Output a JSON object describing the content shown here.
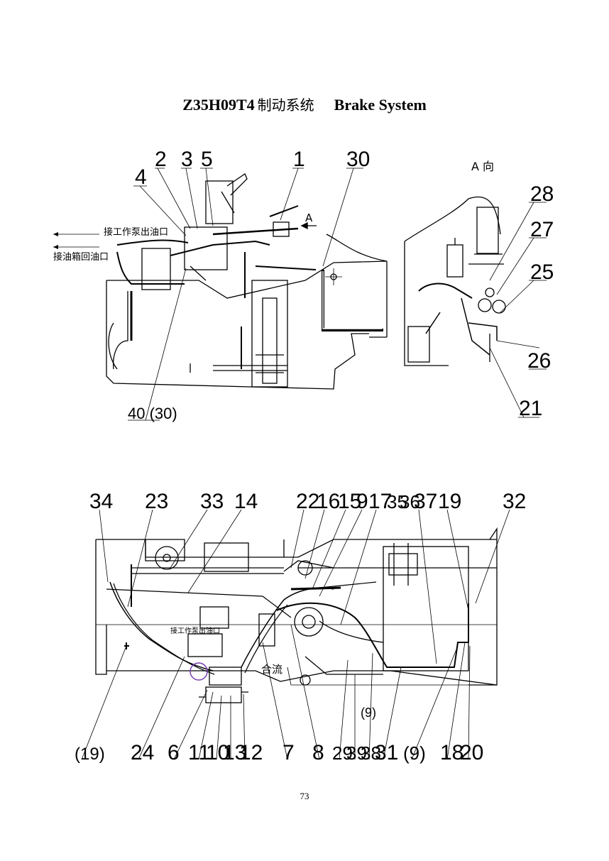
{
  "header": {
    "model": "Z35H09T4",
    "title_cn": "制动系统",
    "title_en": "Brake System"
  },
  "top_view": {
    "view_label": "A 向",
    "arrow_label": "A",
    "notes": [
      "接工作泵出油口",
      "接油箱回油口"
    ],
    "callouts": [
      "2",
      "3",
      "5",
      "1",
      "30",
      "4",
      "40 (30)",
      "28",
      "27",
      "25",
      "26",
      "21"
    ]
  },
  "bottom_view": {
    "note_left": "接工作泵出油口",
    "note_right": "合流",
    "callouts_top": [
      "34",
      "23",
      "33",
      "14",
      "22",
      "16",
      "15",
      "9",
      "17",
      "35",
      "36",
      "37",
      "19",
      "32"
    ],
    "callouts_bottom": [
      "(19)",
      "24",
      "6",
      "11",
      "10",
      "13",
      "12",
      "7",
      "8",
      "29",
      "39",
      "38",
      "31",
      "(9)",
      "18",
      "20"
    ],
    "callout_side": "(9)"
  },
  "footer": {
    "page_number": "73"
  }
}
